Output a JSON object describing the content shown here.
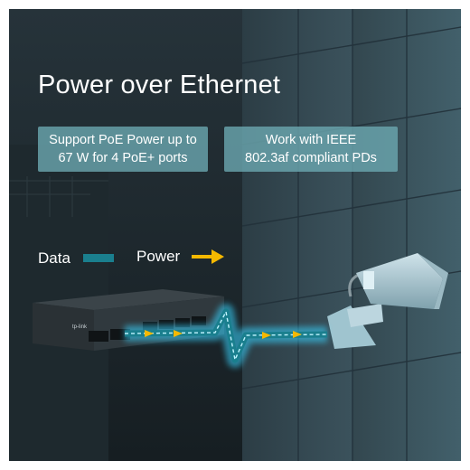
{
  "title": "Power over Ethernet",
  "features": [
    {
      "line1": "Support PoE Power up to",
      "line2": "67 W for 4 PoE+ ports"
    },
    {
      "line1": "Work with IEEE",
      "line2": "802.3af compliant PDs"
    }
  ],
  "legend": {
    "data_label": "Data",
    "power_label": "Power"
  },
  "device": {
    "brand": "tp-link"
  },
  "colors": {
    "badge": "#6ca8b0",
    "data_line": "#1a7f8e",
    "power_arrow": "#f5b800",
    "glow": "#39d4ff"
  }
}
